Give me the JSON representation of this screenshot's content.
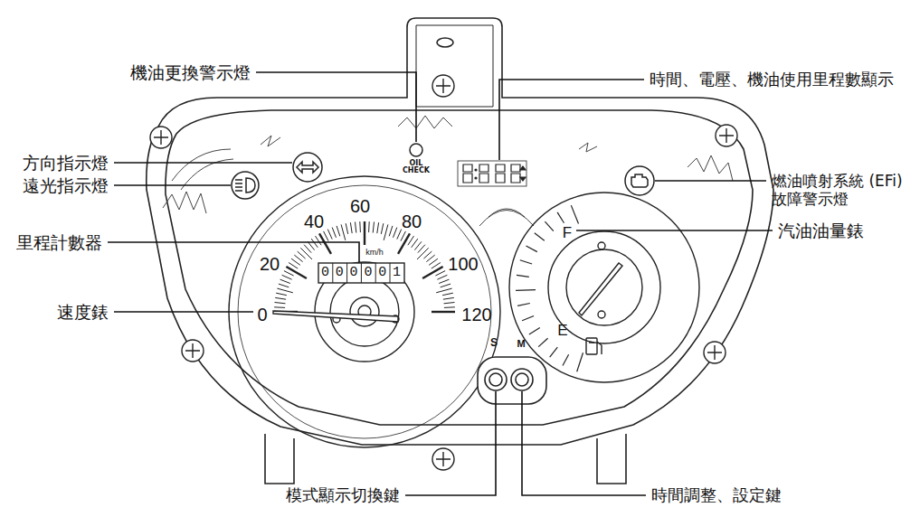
{
  "diagram": {
    "labels": [
      "機油更換警示燈",
      "時間、電壓、機油使用里程數顯示",
      "方向指示燈",
      "遠光指示燈",
      "燃油噴射系統 (EFi)故障警示燈",
      "里程計數器",
      "汽油油量錶",
      "速度錶",
      "模式顯示切換鍵",
      "時間調整、設定鍵",
      "OIL CHECK",
      "0",
      "20",
      "40",
      "60",
      "80",
      "100",
      "120",
      "km/h",
      "000001",
      "F",
      "E",
      "S",
      "M"
    ]
  }
}
